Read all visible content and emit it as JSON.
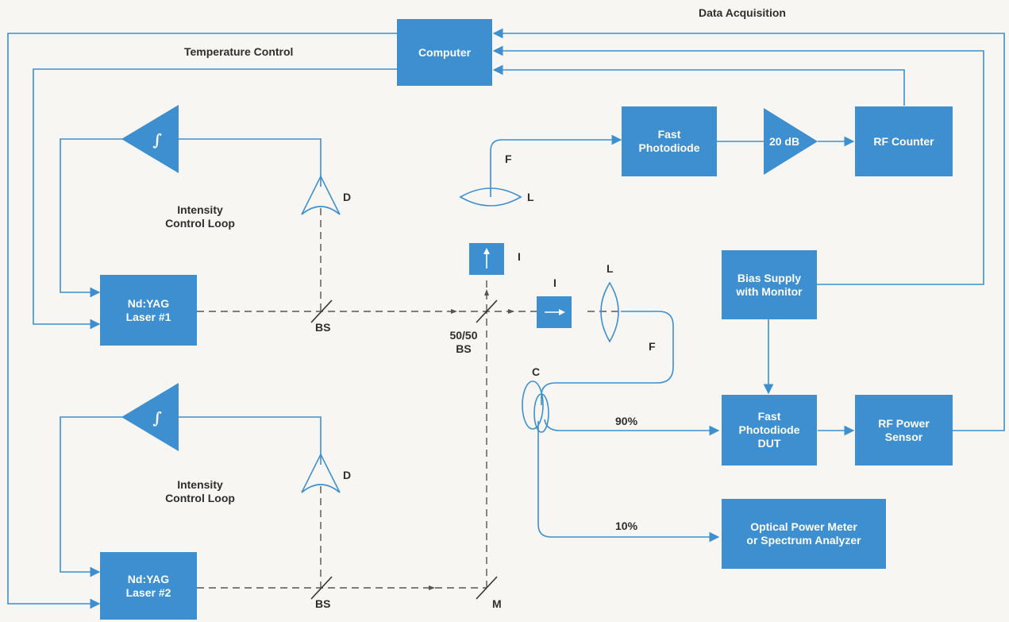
{
  "labels": {
    "data_acquisition": "Data Acquisition",
    "temperature_control": "Temperature Control",
    "intensity_loop_1": "Intensity\nControl Loop",
    "intensity_loop_2": "Intensity\nControl Loop",
    "detector_1": "D",
    "detector_2": "D",
    "beamsplitter_1": "BS",
    "beamsplitter_2": "BS",
    "beamsplitter_5050": "50/50\nBS",
    "mirror": "M",
    "fiber_1": "F",
    "fiber_2": "F",
    "lens_1": "L",
    "lens_2": "L",
    "isolator_1": "I",
    "isolator_2": "I",
    "coupler": "C",
    "split_90": "90%",
    "split_10": "10%"
  },
  "boxes": {
    "computer": "Computer",
    "fast_photodiode": "Fast\nPhotodiode",
    "rf_counter": "RF Counter",
    "bias_supply": "Bias Supply\nwith Monitor",
    "photodiode_dut": "Fast\nPhotodiode\nDUT",
    "rf_power_sensor": "RF Power\nSensor",
    "optical_power_meter": "Optical Power Meter\nor Spectrum Analyzer",
    "laser_1": "Nd:YAG\nLaser #1",
    "laser_2": "Nd:YAG\nLaser #2"
  },
  "amplifiers": {
    "integrator_symbol": "∫",
    "rf_amp_gain": "20 dB"
  },
  "colors": {
    "block_fill": "#3d8fcf",
    "line": "#3d8fcf",
    "beam": "#555555",
    "text": "#2e2e2e",
    "background": "#f7f6f3"
  }
}
